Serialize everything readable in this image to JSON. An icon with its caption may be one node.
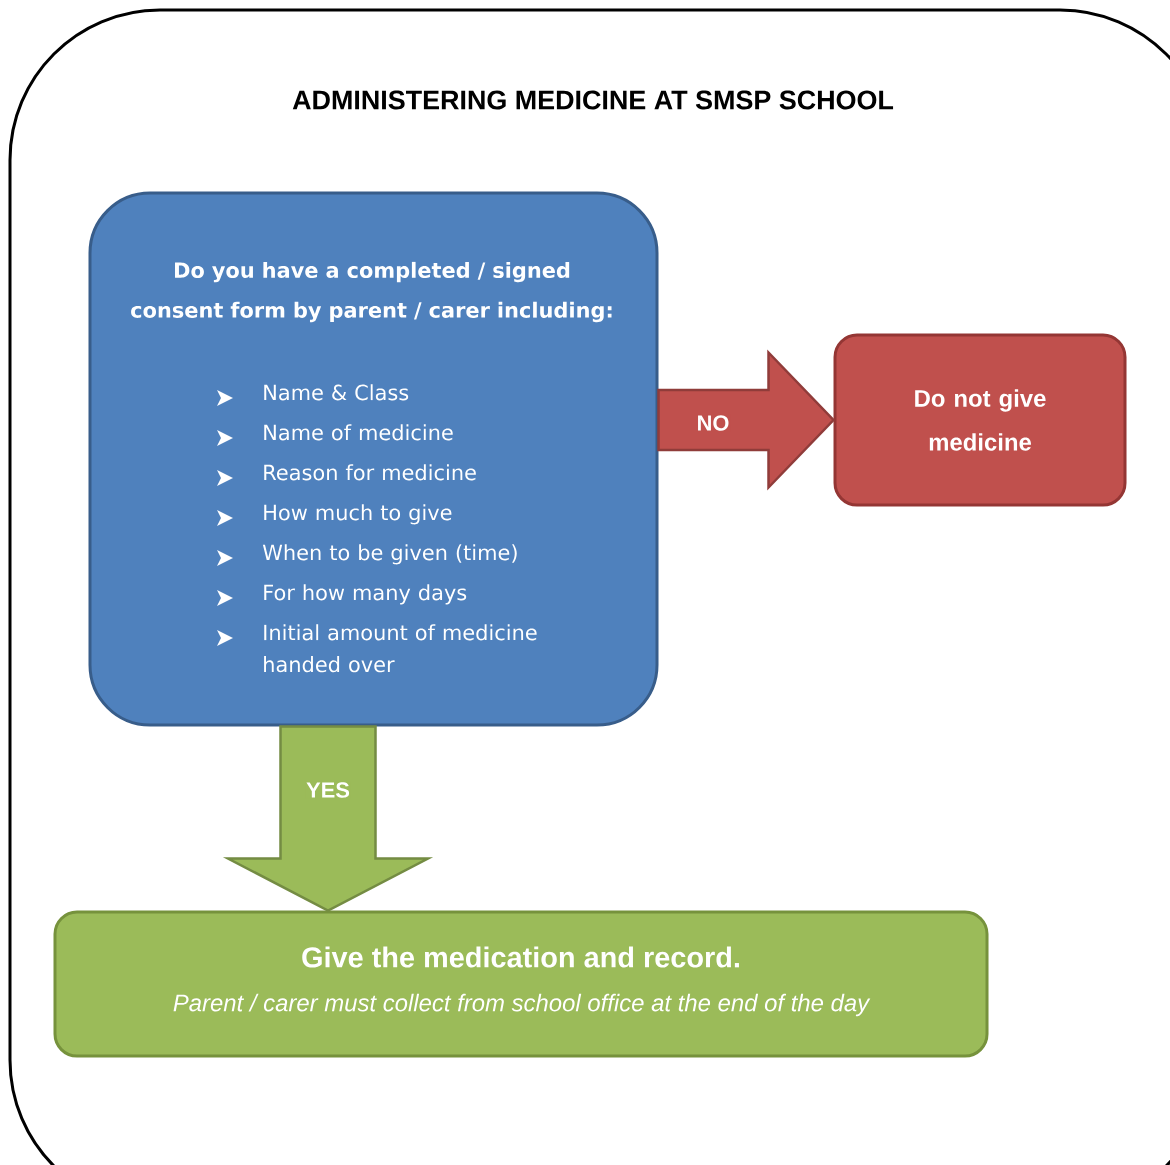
{
  "diagram": {
    "title": "ADMINISTERING MEDICINE AT SMSP SCHOOL",
    "nodes": [
      {
        "text": [
          "Do you have a completed / signed consent form by parent / carer including:",
          "Name & Class",
          "Name of medicine",
          "Reason for medicine",
          "How much to give",
          "When to be given (time)",
          "For how many days",
          "Initial amount of medicine handed over"
        ]
      },
      {
        "text": [
          "Do not give medicine"
        ]
      },
      {
        "text": [
          "Give the medication and record.",
          "Parent / carer must collect from school office at the end of the day"
        ]
      }
    ],
    "edges": [
      {
        "from": 0,
        "to": 1,
        "arrow": "to",
        "label": "NO",
        "color": "#c0504d"
      },
      {
        "from": 0,
        "to": 2,
        "arrow": "to",
        "label": "YES",
        "color": "#9bbb59"
      }
    ]
  }
}
